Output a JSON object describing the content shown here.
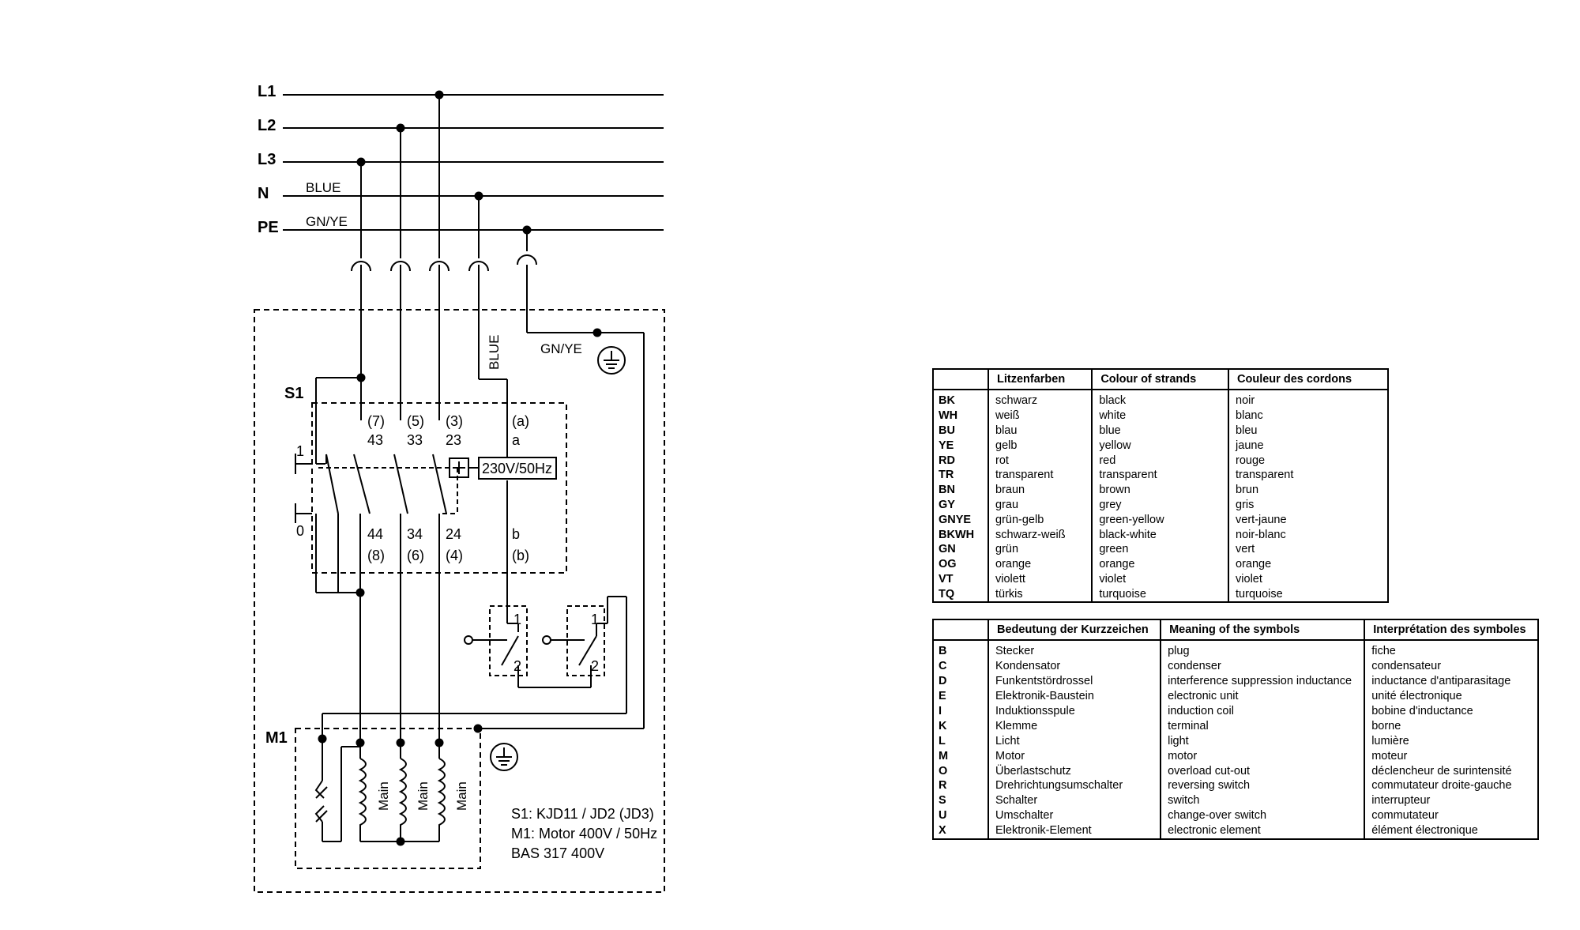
{
  "diagram": {
    "lines": {
      "l1": "L1",
      "l2": "L2",
      "l3": "L3",
      "n": "N",
      "pe": "PE"
    },
    "wire_labels": {
      "n_color": "BLUE",
      "pe_color": "GN/YE",
      "blue_vertical": "BLUE",
      "gnye_inner": "GN/YE"
    },
    "switch": {
      "name": "S1",
      "pos_on": "1",
      "pos_off": "0",
      "top_paren": [
        "(7)",
        "(5)",
        "(3)",
        "(a)"
      ],
      "top_nums": [
        "43",
        "33",
        "23",
        "a"
      ],
      "bottom_nums": [
        "44",
        "34",
        "24",
        "b"
      ],
      "bottom_paren": [
        "(8)",
        "(6)",
        "(4)",
        "(b)"
      ],
      "coil_label": "230V/50Hz"
    },
    "aux_switches": {
      "a_top": "1",
      "a_bottom": "2",
      "b_top": "1",
      "b_bottom": "2"
    },
    "motor": {
      "name": "M1",
      "winding_label": "Main"
    },
    "notes": [
      "S1: KJD11 / JD2 (JD3)",
      "M1: Motor 400V / 50Hz",
      "BAS 317 400V"
    ]
  },
  "colour_table": {
    "headers": [
      "",
      "Litzenfarben",
      "Colour of strands",
      "Couleur des cordons"
    ],
    "rows": [
      [
        "BK",
        "schwarz",
        "black",
        "noir"
      ],
      [
        "WH",
        "weiß",
        "white",
        "blanc"
      ],
      [
        "BU",
        "blau",
        "blue",
        "bleu"
      ],
      [
        "YE",
        "gelb",
        "yellow",
        "jaune"
      ],
      [
        "RD",
        "rot",
        "red",
        "rouge"
      ],
      [
        "TR",
        "transparent",
        "transparent",
        "transparent"
      ],
      [
        "BN",
        "braun",
        "brown",
        "brun"
      ],
      [
        "GY",
        "grau",
        "grey",
        "gris"
      ],
      [
        "GNYE",
        "grün-gelb",
        "green-yellow",
        "vert-jaune"
      ],
      [
        "BKWH",
        "schwarz-weiß",
        "black-white",
        "noir-blanc"
      ],
      [
        "GN",
        "grün",
        "green",
        "vert"
      ],
      [
        "OG",
        "orange",
        "orange",
        "orange"
      ],
      [
        "VT",
        "violett",
        "violet",
        "violet"
      ],
      [
        "TQ",
        "türkis",
        "turquoise",
        "turquoise"
      ]
    ]
  },
  "symbol_table": {
    "headers": [
      "",
      "Bedeutung der Kurzzeichen",
      "Meaning of the symbols",
      "Interprétation des symboles"
    ],
    "rows": [
      [
        "B",
        "Stecker",
        "plug",
        "fiche"
      ],
      [
        "C",
        "Kondensator",
        "condenser",
        "condensateur"
      ],
      [
        "D",
        "Funkentstördrossel",
        "interference suppression inductance",
        "inductance d'antiparasitage"
      ],
      [
        "E",
        "Elektronik-Baustein",
        "electronic unit",
        "unité électronique"
      ],
      [
        "I",
        "Induktionsspule",
        "induction coil",
        "bobine d'inductance"
      ],
      [
        "K",
        "Klemme",
        "terminal",
        "borne"
      ],
      [
        "L",
        "Licht",
        "light",
        "lumière"
      ],
      [
        "M",
        "Motor",
        "motor",
        "moteur"
      ],
      [
        "O",
        "Überlastschutz",
        "overload cut-out",
        "déclencheur de surintensité"
      ],
      [
        "R",
        "Drehrichtungsumschalter",
        "reversing switch",
        "commutateur droite-gauche"
      ],
      [
        "S",
        "Schalter",
        "switch",
        "interrupteur"
      ],
      [
        "U",
        "Umschalter",
        "change-over switch",
        "commutateur"
      ],
      [
        "X",
        "Elektronik-Element",
        "electronic element",
        "élément électronique"
      ]
    ]
  }
}
